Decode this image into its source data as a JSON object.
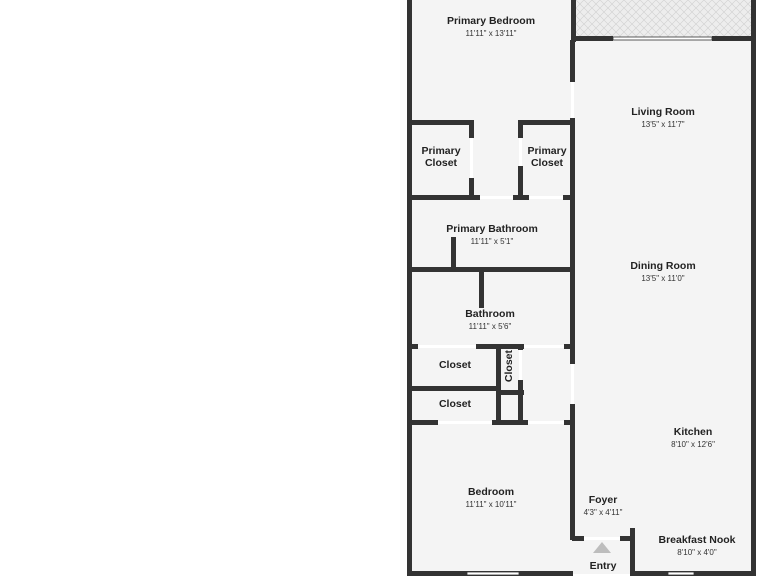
{
  "colors": {
    "wall": "#333333",
    "floor": "#f4f4f4",
    "window": "#ffffff",
    "patio": "#e6e6e6",
    "arrow": "#bdbdbd"
  },
  "rooms": [
    {
      "id": "primary-bedroom",
      "name": "Primary Bedroom",
      "dims": "11'11\" x 13'11\""
    },
    {
      "id": "primary-closet-left",
      "name": "Primary\nCloset",
      "dims": ""
    },
    {
      "id": "primary-closet-right",
      "name": "Primary\nCloset",
      "dims": ""
    },
    {
      "id": "primary-bathroom",
      "name": "Primary Bathroom",
      "dims": "11'11\" x 5'1\""
    },
    {
      "id": "bathroom",
      "name": "Bathroom",
      "dims": "11'11\" x 5'6\""
    },
    {
      "id": "closet-1",
      "name": "Closet",
      "dims": ""
    },
    {
      "id": "closet-vertical",
      "name": "Closet",
      "dims": ""
    },
    {
      "id": "closet-2",
      "name": "Closet",
      "dims": ""
    },
    {
      "id": "bedroom",
      "name": "Bedroom",
      "dims": "11'11\" x 10'11\""
    },
    {
      "id": "living-room",
      "name": "Living Room",
      "dims": "13'5\" x 11'7\""
    },
    {
      "id": "dining-room",
      "name": "Dining Room",
      "dims": "13'5\" x 11'0\""
    },
    {
      "id": "kitchen",
      "name": "Kitchen",
      "dims": "8'10\" x 12'6\""
    },
    {
      "id": "foyer",
      "name": "Foyer",
      "dims": "4'3\" x 4'11\""
    },
    {
      "id": "breakfast-nook",
      "name": "Breakfast Nook",
      "dims": "8'10\" x 4'0\""
    }
  ],
  "entry": {
    "label": "Entry"
  }
}
